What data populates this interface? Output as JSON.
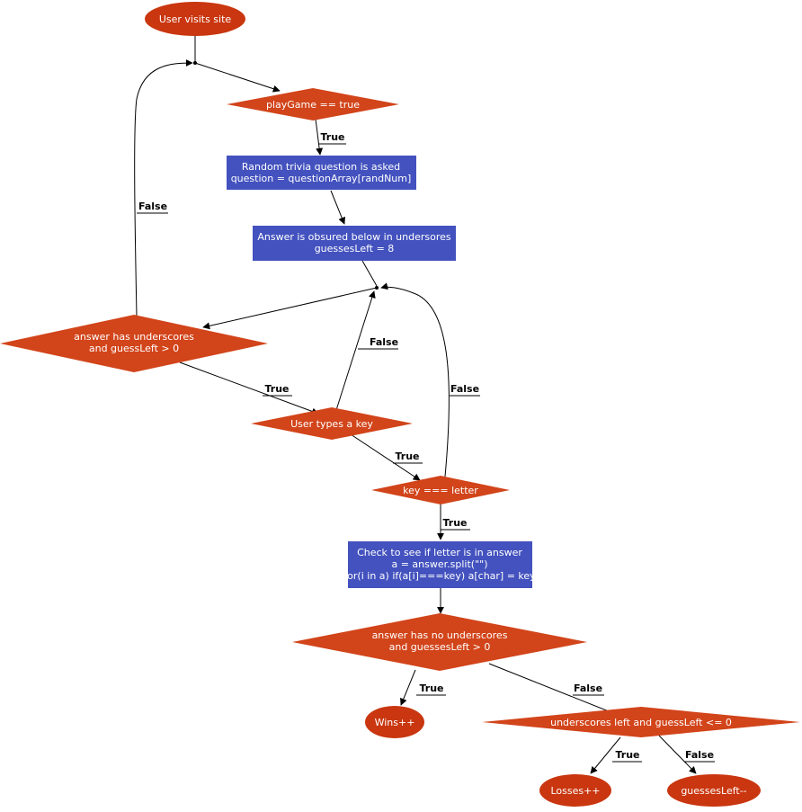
{
  "colors": {
    "terminal": "#c9360f",
    "decision": "#d2441a",
    "process": "#4352be",
    "edge": "#000000",
    "text": "#ffffff"
  },
  "nodes": {
    "start": "User visits site",
    "play_game": "playGame == true",
    "ask_question": [
      "Random trivia question is asked",
      "question = questionArray[randNum]"
    ],
    "obscure_answer": [
      "Answer is obsured below in undersores",
      "guessesLeft = 8"
    ],
    "has_underscores": [
      "answer has underscores",
      "and guessLeft > 0"
    ],
    "user_types": "User types a key",
    "key_check": "key === letter",
    "check_letter": [
      "Check to see if letter is in answer",
      "a = answer.split(\"\")",
      "for(i in a) if(a[i]===key) a[char] = key"
    ],
    "no_underscores": [
      "answer has no underscores",
      "and guessesLeft > 0"
    ],
    "wins": "Wins++",
    "underscores_left": "underscores left and guessLeft <= 0",
    "losses": "Losses++",
    "guesses_left": "guessesLeft--"
  },
  "edge_labels": {
    "play_true": "True",
    "loop_false": "False",
    "has_true": "True",
    "types_false": "False",
    "types_true": "True",
    "key_false": "False",
    "key_true": "True",
    "no_true": "True",
    "no_false": "False",
    "left_true": "True",
    "left_false": "False"
  }
}
